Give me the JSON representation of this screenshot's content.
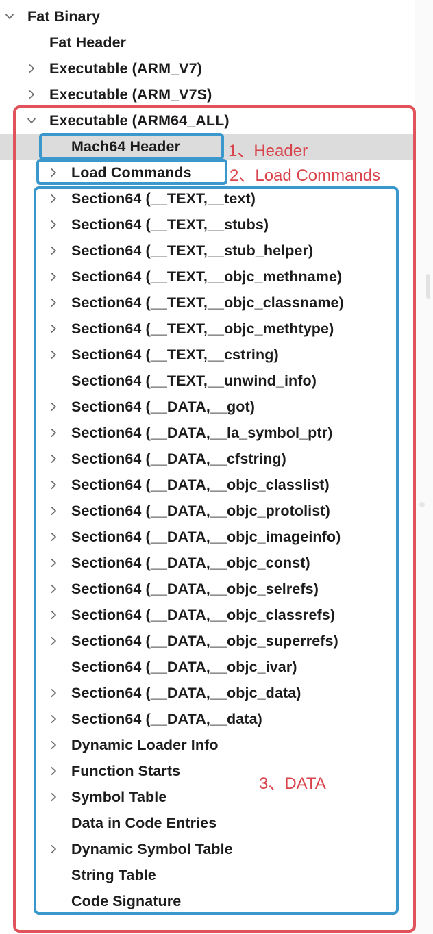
{
  "tree": {
    "items": [
      {
        "label": "Fat Binary",
        "depth": 0,
        "chevron": "down"
      },
      {
        "label": "Fat Header",
        "depth": 1,
        "chevron": "none"
      },
      {
        "label": "Executable  (ARM_V7)",
        "depth": 1,
        "chevron": "right"
      },
      {
        "label": "Executable  (ARM_V7S)",
        "depth": 1,
        "chevron": "right"
      },
      {
        "label": "Executable  (ARM64_ALL)",
        "depth": 1,
        "chevron": "down"
      },
      {
        "label": "Mach64 Header",
        "depth": 2,
        "chevron": "none",
        "selected": true
      },
      {
        "label": "Load Commands",
        "depth": 2,
        "chevron": "right"
      },
      {
        "label": "Section64 (__TEXT,__text)",
        "depth": 2,
        "chevron": "right"
      },
      {
        "label": "Section64 (__TEXT,__stubs)",
        "depth": 2,
        "chevron": "right"
      },
      {
        "label": "Section64 (__TEXT,__stub_helper)",
        "depth": 2,
        "chevron": "right"
      },
      {
        "label": "Section64 (__TEXT,__objc_methname)",
        "depth": 2,
        "chevron": "right"
      },
      {
        "label": "Section64 (__TEXT,__objc_classname)",
        "depth": 2,
        "chevron": "right"
      },
      {
        "label": "Section64 (__TEXT,__objc_methtype)",
        "depth": 2,
        "chevron": "right"
      },
      {
        "label": "Section64 (__TEXT,__cstring)",
        "depth": 2,
        "chevron": "right"
      },
      {
        "label": "Section64 (__TEXT,__unwind_info)",
        "depth": 2,
        "chevron": "none"
      },
      {
        "label": "Section64 (__DATA,__got)",
        "depth": 2,
        "chevron": "right"
      },
      {
        "label": "Section64 (__DATA,__la_symbol_ptr)",
        "depth": 2,
        "chevron": "right"
      },
      {
        "label": "Section64 (__DATA,__cfstring)",
        "depth": 2,
        "chevron": "right"
      },
      {
        "label": "Section64 (__DATA,__objc_classlist)",
        "depth": 2,
        "chevron": "right"
      },
      {
        "label": "Section64 (__DATA,__objc_protolist)",
        "depth": 2,
        "chevron": "right"
      },
      {
        "label": "Section64 (__DATA,__objc_imageinfo)",
        "depth": 2,
        "chevron": "right"
      },
      {
        "label": "Section64 (__DATA,__objc_const)",
        "depth": 2,
        "chevron": "right"
      },
      {
        "label": "Section64 (__DATA,__objc_selrefs)",
        "depth": 2,
        "chevron": "right"
      },
      {
        "label": "Section64 (__DATA,__objc_classrefs)",
        "depth": 2,
        "chevron": "right"
      },
      {
        "label": "Section64 (__DATA,__objc_superrefs)",
        "depth": 2,
        "chevron": "right"
      },
      {
        "label": "Section64 (__DATA,__objc_ivar)",
        "depth": 2,
        "chevron": "none"
      },
      {
        "label": "Section64 (__DATA,__objc_data)",
        "depth": 2,
        "chevron": "right"
      },
      {
        "label": "Section64 (__DATA,__data)",
        "depth": 2,
        "chevron": "right"
      },
      {
        "label": "Dynamic Loader Info",
        "depth": 2,
        "chevron": "right"
      },
      {
        "label": "Function Starts",
        "depth": 2,
        "chevron": "right"
      },
      {
        "label": "Symbol Table",
        "depth": 2,
        "chevron": "right"
      },
      {
        "label": "Data in Code Entries",
        "depth": 2,
        "chevron": "none"
      },
      {
        "label": "Dynamic Symbol Table",
        "depth": 2,
        "chevron": "right"
      },
      {
        "label": "String Table",
        "depth": 2,
        "chevron": "none"
      },
      {
        "label": "Code Signature",
        "depth": 2,
        "chevron": "none"
      }
    ]
  },
  "annotations": {
    "header": "1、Header",
    "load_commands": "2、Load Commands",
    "data": "3、DATA"
  },
  "colors": {
    "red_annotation": "#e0535b",
    "blue_annotation": "#3a98cc",
    "selection": "#dcdcdc",
    "annotation_text": "#d9434b"
  },
  "icons": {
    "expanded": "chevron-down-icon",
    "collapsed": "chevron-right-icon"
  }
}
